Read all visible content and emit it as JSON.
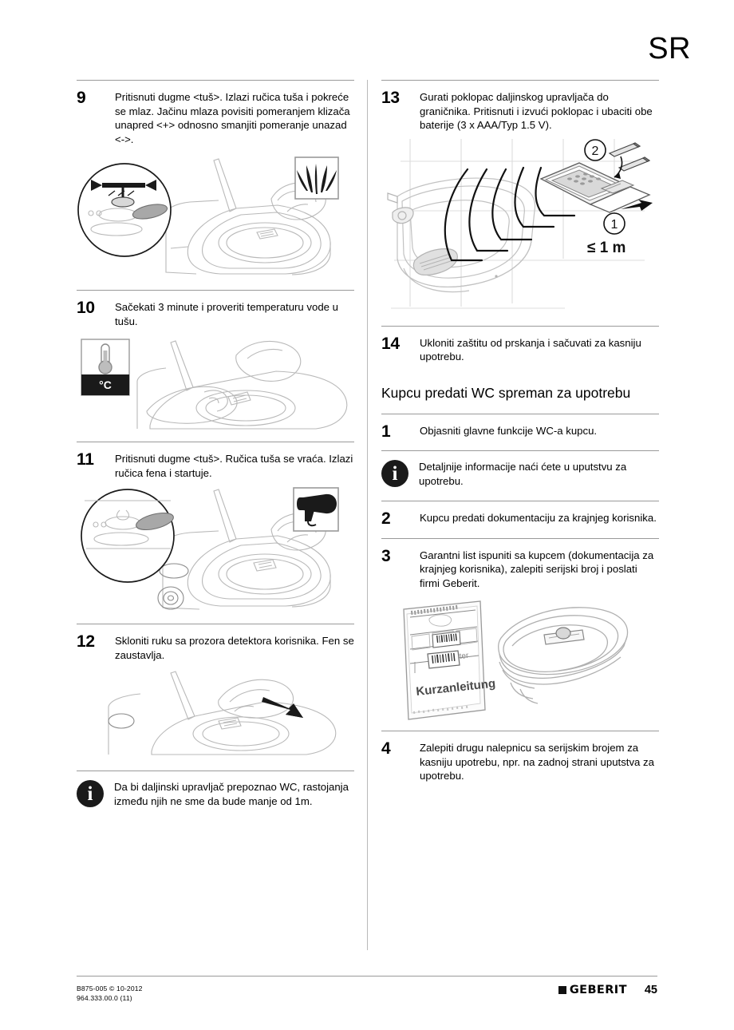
{
  "header": {
    "language_code": "SR"
  },
  "left_column": {
    "blocks": [
      {
        "kind": "step",
        "number": "9",
        "text": "Pritisnuti dugme <tuš>. Izlazi ručica tuša i pokreće se mlaz. Jačinu mlaza povisiti pomeranjem klizača unapred <+> odnosno smanjiti pomeranje unazad <->."
      },
      {
        "kind": "step",
        "number": "10",
        "text": "Sačekati 3 minute i proveriti temperaturu vode u tušu."
      },
      {
        "kind": "step",
        "number": "11",
        "text": "Pritisnuti dugme <tuš>. Ručica tuša se vraća. Izlazi ručica fena i startuje."
      },
      {
        "kind": "step",
        "number": "12",
        "text": "Skloniti ruku sa prozora detektora korisnika. Fen se zaustavlja."
      },
      {
        "kind": "note",
        "icon": "info-icon",
        "text": "Da bi daljinski upravljač prepoznao WC, rastojanja između njih ne sme da bude manje od 1m."
      }
    ],
    "figures": {
      "step9": {
        "name": "wc-control-panel-slider-illustration",
        "icon_box": "spray-jet-icon",
        "callout": "magnified-control-panel"
      },
      "step10": {
        "name": "hand-checking-water-temperature-illustration",
        "icon_box": "thermometer-icon",
        "icon_label": "°C"
      },
      "step11": {
        "name": "wc-dryer-panel-illustration",
        "icon_box": "hair-dryer-icon",
        "callout": "magnified-control-panel"
      },
      "step12": {
        "name": "hand-leaving-detector-window-illustration",
        "arrow": "move-away-arrow"
      }
    }
  },
  "right_column": {
    "blocks": [
      {
        "kind": "step",
        "number": "13",
        "text": "Gurati poklopac daljinskog upravljača do graničnika. Pritisnuti i izvući poklopac i ubaciti obe baterije (3 x AAA/Typ 1.5 V)."
      },
      {
        "kind": "step",
        "number": "14",
        "text": "Ukloniti zaštitu od prskanja i sačuvati za kasniju upotrebu."
      },
      {
        "kind": "section",
        "title": "Kupcu predati WC spreman za upotrebu"
      },
      {
        "kind": "step",
        "number": "1",
        "text": "Objasniti glavne funkcije WC-a kupcu."
      },
      {
        "kind": "note",
        "icon": "info-icon",
        "text": "Detaljnije informacije naći ćete u uputstvu za upotrebu."
      },
      {
        "kind": "step",
        "number": "2",
        "text": "Kupcu predati dokumentaciju za krajnjeg korisnika."
      },
      {
        "kind": "step",
        "number": "3",
        "text": "Garantni list ispuniti sa kupcem (dokumentacija za krajnjeg korisnika), zalepiti serijski broj i poslati firmi Geberit."
      },
      {
        "kind": "step",
        "number": "4",
        "text": "Zalepiti drugu nalepnicu sa serijskim brojem za kasniju upotrebu, npr. na zadnoj strani uputstva za upotrebu."
      }
    ],
    "figures": {
      "step13": {
        "name": "remote-control-battery-installation-illustration",
        "callout_1": "1",
        "callout_2": "2",
        "distance_label": "≤ 1 m"
      },
      "step3": {
        "name": "quick-guide-and-wc-lid-sticker-illustration",
        "document_title": "Kurzanleitung"
      }
    }
  },
  "footer": {
    "doc_code": "B875-005 © 10-2012",
    "doc_number": "964.333.00.0 (11)",
    "brand": "GEBERIT",
    "page_number": "45"
  }
}
